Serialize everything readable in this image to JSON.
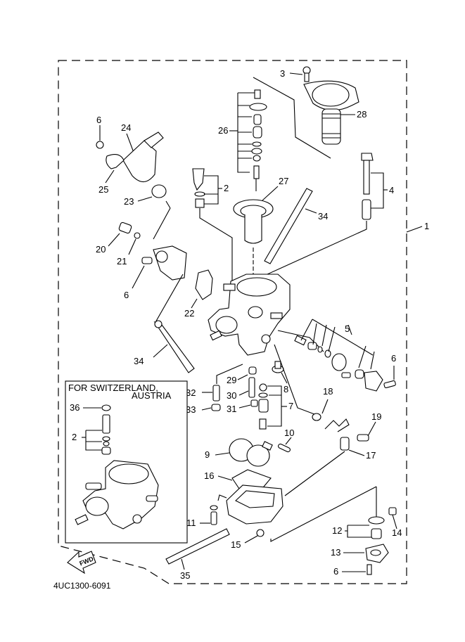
{
  "diagram": {
    "title": "Carburetor exploded parts diagram",
    "drawing_code": "4UC1300-6091",
    "fwd_arrow_label": "FWD",
    "inset": {
      "title_line1": "FOR SWITZERLAND,",
      "title_line2": "AUSTRIA",
      "callouts": [
        "36",
        "2"
      ]
    },
    "callouts": {
      "c1": "1",
      "c2": "2",
      "c3": "3",
      "c4": "4",
      "c5": "5",
      "c6a": "6",
      "c6b": "6",
      "c6c": "6",
      "c6d": "6",
      "c7": "7",
      "c8": "8",
      "c9": "9",
      "c10": "10",
      "c11": "11",
      "c12": "12",
      "c13": "13",
      "c14": "14",
      "c15": "15",
      "c16": "16",
      "c17": "17",
      "c18": "18",
      "c19": "19",
      "c20": "20",
      "c21": "21",
      "c22": "22",
      "c23": "23",
      "c24": "24",
      "c25": "25",
      "c26": "26",
      "c27": "27",
      "c28": "28",
      "c29": "29",
      "c30": "30",
      "c31": "31",
      "c32": "32",
      "c33": "33",
      "c34a": "34",
      "c34b": "34",
      "c35": "35"
    }
  }
}
